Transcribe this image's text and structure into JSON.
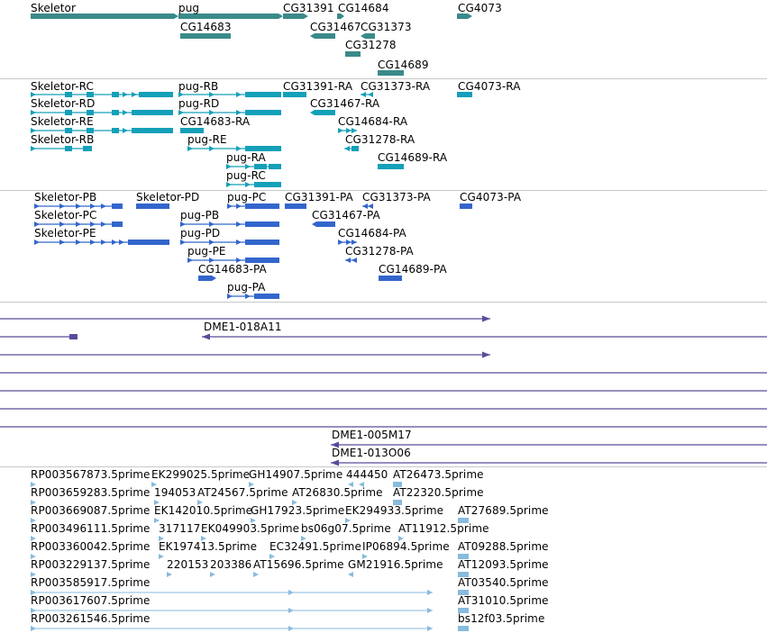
{
  "tracks": [
    {
      "name": "genes",
      "labels": [
        "Skeletor",
        "pug",
        "CG31391",
        "CG14684",
        "CG4073",
        "CG14683",
        "CG31467",
        "CG31373",
        "CG31278",
        "CG14689"
      ]
    },
    {
      "name": "transcripts",
      "labels": [
        "Skeletor-RC",
        "pug-RB",
        "CG31391-RA",
        "CG31373-RA",
        "CG4073-RA",
        "Skeletor-RD",
        "pug-RD",
        "CG31467-RA",
        "Skeletor-RE",
        "CG14683-RA",
        "CG14684-RA",
        "Skeletor-RB",
        "pug-RE",
        "CG31278-RA",
        "pug-RA",
        "CG14689-RA",
        "pug-RC"
      ]
    },
    {
      "name": "proteins",
      "labels": [
        "Skeletor-PB",
        "Skeletor-PD",
        "pug-PC",
        "CG31391-PA",
        "CG31373-PA",
        "CG4073-PA",
        "Skeletor-PC",
        "pug-PB",
        "CG31467-PA",
        "Skeletor-PE",
        "pug-PD",
        "CG14684-PA",
        "pug-PE",
        "CG31278-PA",
        "CG14683-PA",
        "CG14689-PA",
        "pug-PA"
      ]
    },
    {
      "name": "bac-clones",
      "labels": [
        "DME1-018A11",
        "DME1-005M17",
        "DME1-013O06"
      ]
    },
    {
      "name": "est-reads",
      "labels": [
        "RP003567873.5prime",
        "EK299025.5prime",
        "GH14907.5prime",
        "444450",
        "AT26473.5prime",
        "RP003659283.5prime",
        "194053",
        "AT24567.5prime",
        "AT26830.5prime",
        "AT22320.5prime",
        "RP003669087.5prime",
        "EK142010.5prime",
        "GH17923.5prime",
        "EK294933.5prime",
        "AT27689.5prime",
        "RP003496111.5prime",
        "317117",
        "EK049903.5prime",
        "bs06g07.5prime",
        "AT11912.5prime",
        "RP003360042.5prime",
        "EK197413.5prime",
        "EC32491.5prime",
        "IP06894.5prime",
        "AT09288.5prime",
        "RP003229137.5prime",
        "220153",
        "203386",
        "AT15696.5prime",
        "GM21916.5prime",
        "AT12093.5prime",
        "RP003585917.5prime",
        "AT03540.5prime",
        "RP003617607.5prime",
        "AT31010.5prime",
        "RP003261546.5prime",
        "bs12f03.5prime"
      ]
    }
  ],
  "colors": {
    "gene": "#3a8a8a",
    "transcript": "#14a0b8",
    "protein": "#3366cc",
    "clone": "#5b4a9b",
    "est": "#88bbdd",
    "separator": "#c8c8c8"
  }
}
